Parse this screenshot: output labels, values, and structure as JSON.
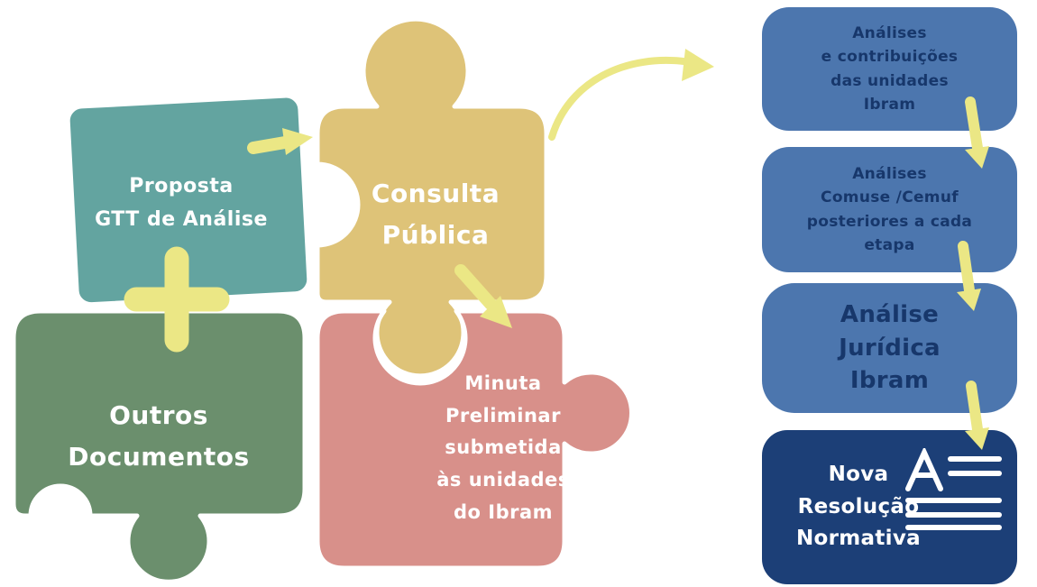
{
  "puzzle": {
    "pieces": [
      {
        "label": "Proposta\nGTT de Análise",
        "color": "#63a4a0"
      },
      {
        "label": "Consulta\nPública",
        "color": "#dec378"
      },
      {
        "label": "Outros\nDocumentos",
        "color": "#6b8f6d"
      },
      {
        "label": "Minuta\nPreliminar\nsubmetida\nàs unidades\ndo Ibram",
        "color": "#d8908a"
      }
    ],
    "plus_icon": "plus-icon",
    "arrows": [
      "arrow-proposta-to-consulta",
      "arrow-consulta-to-minuta",
      "arrow-puzzle-to-flow"
    ]
  },
  "flow": {
    "boxes": [
      {
        "label": "Análises\ne contribuições\ndas unidades\nIbram",
        "color": "#4c76ae",
        "text_color": "#17376b"
      },
      {
        "label": "Análises\nComuse /Cemuf\nposteriores a cada\netapa",
        "color": "#4c76ae",
        "text_color": "#17376b"
      },
      {
        "label": "Análise\nJurídica\nIbram",
        "color": "#4c76ae",
        "text_color": "#17376b"
      },
      {
        "label": "Nova\nResolução\nNormativa",
        "color": "#1c3f77",
        "text_color": "#ffffff",
        "icon": "document-text-icon"
      }
    ],
    "arrows": [
      "arrow-box1-to-box2",
      "arrow-box2-to-box3",
      "arrow-box3-to-box4"
    ]
  },
  "colors": {
    "background": "#ffffff",
    "accent_arrow": "#ebe785",
    "flow_box": "#4c76ae",
    "flow_box_dark": "#1c3f77"
  }
}
